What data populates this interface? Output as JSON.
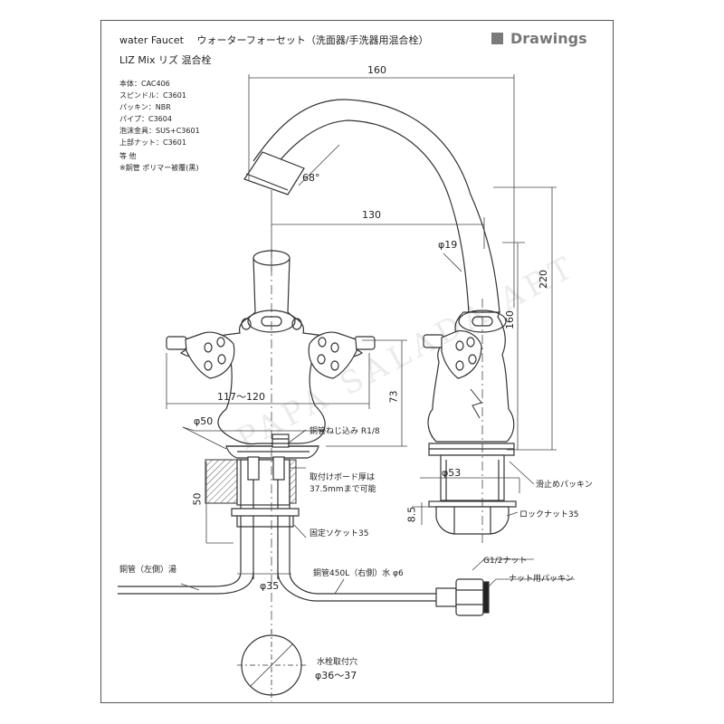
{
  "header": {
    "title_line1": "water Faucet　 ウォーターフォーセット（洗面器/手洗器用混合栓）",
    "title_line2": "LIZ Mix  リズ 混合栓",
    "badge": "Drawings",
    "badge_color": "#7a7a7a"
  },
  "specs": [
    "本体：CAC406",
    "スピンドル：C3601",
    "パッキン：NBR",
    "パイプ：C3604",
    "泡沫金具：SUS+C3601",
    "上部ナット：C3601",
    "等 他",
    "※銅管 ポリマー被覆(黒)"
  ],
  "dimensions": {
    "d160_top": "160",
    "angle": "68°",
    "d130": "130",
    "phi19": "φ19",
    "d220": "220",
    "d160_vert": "160",
    "range117": "117〜120",
    "d73": "73",
    "phi50": "φ50",
    "d50": "50",
    "phi53": "φ53",
    "d8_5": "8.5",
    "phi35": "φ35"
  },
  "labels": {
    "copper_thread": "銅管ねじ込み R1/8",
    "board_thickness_1": "取付けボード厚は",
    "board_thickness_2": "37.5mmまで可能",
    "fixed_socket": "固定ソケット35",
    "anti_slip_packing": "滑止めパッキン",
    "lock_nut": "ロックナット35",
    "g_half_nut": "G1/2ナット",
    "nut_packing": "ナット用パッキン",
    "copper_left": "銅管（左側）湯",
    "copper_right": "銅管450L（右側）水 φ6",
    "mount_hole_title": "水栓取付穴",
    "mount_hole_size": "φ36〜37"
  },
  "watermark": "PAPA SALADA ART"
}
